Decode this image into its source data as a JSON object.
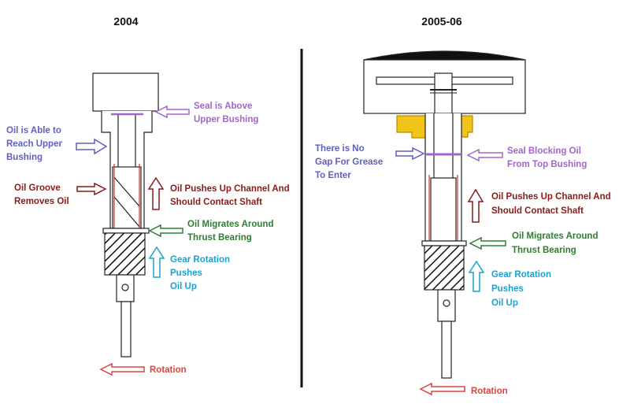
{
  "colors": {
    "outline": "#222222",
    "purple": "#a066c8",
    "blue": "#5f5fc0",
    "maroon": "#8b1a1a",
    "green": "#2e7d32",
    "cyan": "#1ba3cf",
    "red": "#d9453f",
    "yellow": "#f0c419",
    "black": "#111111"
  },
  "panels": {
    "left": {
      "title": "2004",
      "seal_label": [
        "Seal is Above",
        "Upper Bushing"
      ],
      "oil_reach_label": [
        "Oil is Able to",
        "Reach Upper",
        "Bushing"
      ],
      "groove_label": [
        "Oil Groove",
        "Removes Oil"
      ],
      "pushes_up_label": [
        "Oil Pushes Up Channel And",
        "Should Contact Shaft"
      ],
      "migrates_label": [
        "Oil Migrates Around",
        "Thrust Bearing"
      ],
      "gear_label": [
        "Gear Rotation",
        "Pushes",
        "Oil Up"
      ],
      "rotation_label": "Rotation"
    },
    "right": {
      "title": "2005-06",
      "no_gap_label": [
        "There is No",
        "Gap For Grease",
        "To Enter"
      ],
      "seal_label": [
        "Seal Blocking Oil",
        "From Top Bushing"
      ],
      "pushes_up_label": [
        "Oil Pushes Up Channel And",
        "Should Contact Shaft"
      ],
      "migrates_label": [
        "Oil Migrates Around",
        "Thrust Bearing"
      ],
      "gear_label": [
        "Gear Rotation",
        "Pushes",
        "Oil Up"
      ],
      "rotation_label": "Rotation"
    }
  }
}
